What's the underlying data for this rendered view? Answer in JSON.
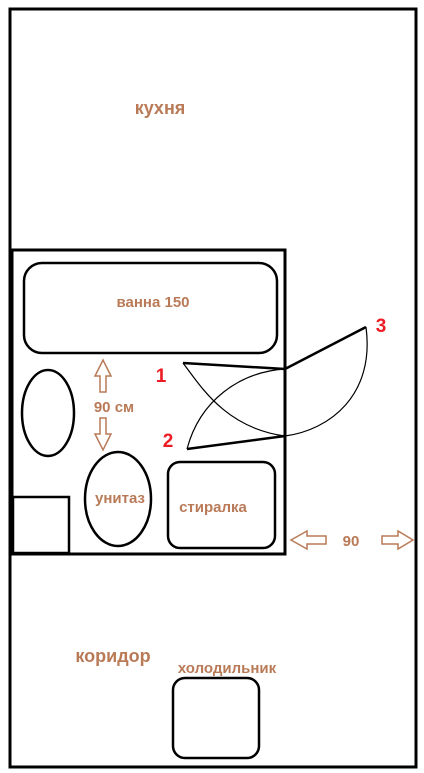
{
  "colors": {
    "label": "#b97a57",
    "numbers": "#ed1c24",
    "line": "#000000",
    "arrow": "#b97a57"
  },
  "rooms": {
    "kitchen": "кухня",
    "corridor": "коридор"
  },
  "fixtures": {
    "bathtub": "ванна 150",
    "toilet": "унитаз",
    "washer": "стиралка",
    "fridge": "холодильник"
  },
  "dimensions": {
    "vertical": "90 см",
    "horizontal": "90"
  },
  "door_points": {
    "p1": "1",
    "p2": "2",
    "p3": "3"
  }
}
